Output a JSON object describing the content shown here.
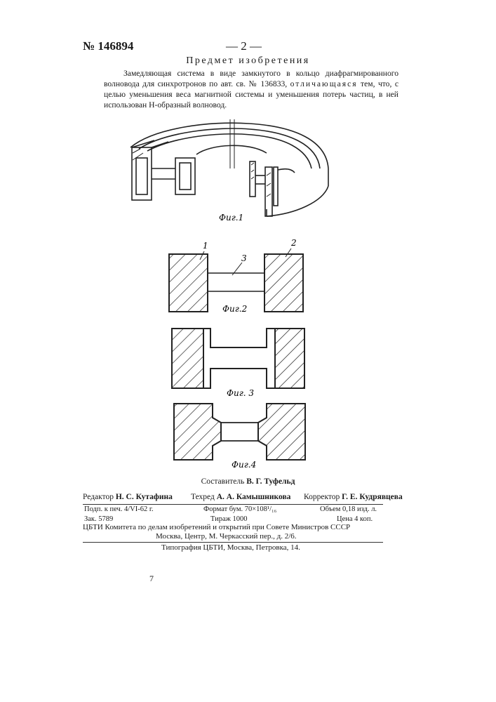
{
  "header": {
    "patent_number": "№ 146894",
    "page_marker": "— 2 —"
  },
  "section_title": "Предмет изобретения",
  "claim": {
    "text_before_spaced": "Замедляющая система в виде замкнутого в кольцо диафрагмированного волновода для синхротронов по авт. св. № 136833, ",
    "spaced_phrase": "отличающаяся",
    "text_after_spaced": " тем, что, с целью уменьшения веса магнитной системы и уменьшения потерь частиц, в ней использован Н-образный волновод."
  },
  "figures": {
    "fig1_caption": "Фиг.1",
    "fig2_caption": "Фиг.2",
    "fig3_caption": "Фиг. 3",
    "fig4_caption": "Фиг.4",
    "fig2_labels": [
      "1",
      "2",
      "3"
    ]
  },
  "compiler": {
    "label": "Составитель",
    "name": "В. Г. Туфельд"
  },
  "credits": {
    "editor_label": "Редактор",
    "editor_name": "Н. С. Кутафина",
    "techred_label": "Техред",
    "techred_name": "А. А. Камышникова",
    "corrector_label": "Корректор",
    "corrector_name": "Г. Е. Кудрявцева"
  },
  "imprint": {
    "signed": "Подп. к печ. 4/VI-62 г.",
    "format": "Формат бум. 70×108¹/₁₆",
    "volume": "Объем 0,18 изд. л.",
    "order": "Зак. 5789",
    "print_run": "Тираж 1000",
    "price": "Цена 4 коп."
  },
  "publisher": {
    "line1": "ЦБТИ Комитета по делам изобретений и открытий при Совете Министров СССР",
    "line2": "Москва, Центр, М. Черкасский пер., д. 2/6."
  },
  "printer": "Типография ЦБТИ, Москва, Петровка, 14.",
  "corner_mark": "7"
}
